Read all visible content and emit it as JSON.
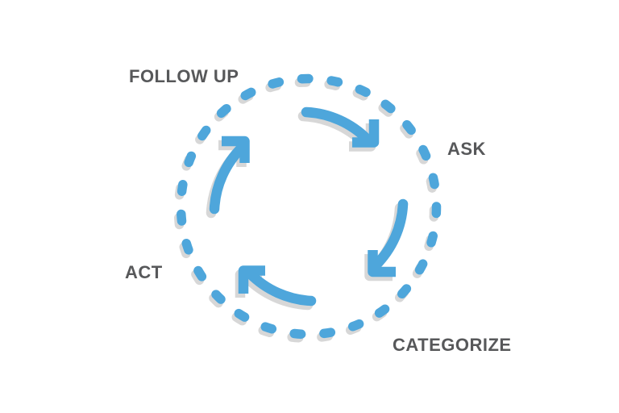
{
  "diagram": {
    "type": "cycle",
    "direction": "clockwise",
    "steps": [
      {
        "label": "FOLLOW UP",
        "position": "top-left"
      },
      {
        "label": "ASK",
        "position": "right"
      },
      {
        "label": "CATEGORIZE",
        "position": "bottom-right"
      },
      {
        "label": "ACT",
        "position": "left"
      }
    ],
    "colors": {
      "accent_blue": "#4ea6db",
      "label_gray": "#57585a",
      "shadow_gray": "#d7d7d7",
      "background": "#ffffff"
    }
  }
}
